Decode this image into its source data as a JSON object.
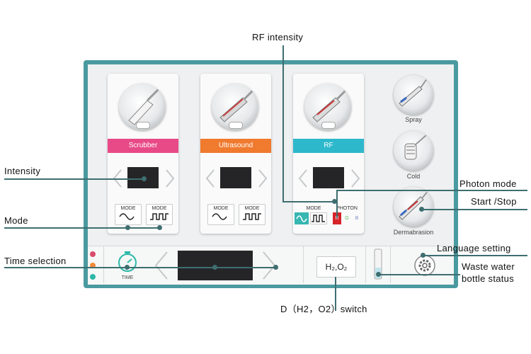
{
  "callouts": {
    "rf_intensity": "RF intensity",
    "intensity": "Intensity",
    "mode": "Mode",
    "time_selection": "Time selection",
    "photon_mode": "Photon mode",
    "start_stop": "Start /Stop",
    "language_setting": "Language setting",
    "waste_water_line1": "Waste water",
    "waste_water_line2": "bottle status",
    "gas_switch": "D（H2，O2）switch"
  },
  "handpieces": [
    {
      "name": "Scrubber",
      "color": "#e84a87"
    },
    {
      "name": "Ultrasound",
      "color": "#f07a2e"
    },
    {
      "name": "RF",
      "color": "#2db8cc"
    }
  ],
  "mode_label": "MODE",
  "photon_label": "PHOTON",
  "photon_options": [
    "R",
    "G",
    "B"
  ],
  "side_tools": [
    "Spray",
    "Cold",
    "Dermabrasion"
  ],
  "time_label": "TIME",
  "gas_button": "H₂,O₂",
  "status_dot_colors": [
    "#d94a6a",
    "#ef8a3a",
    "#2cb8a8"
  ],
  "colors": {
    "frame": "#4a9aa0",
    "callout_line": "#3e6e70"
  }
}
